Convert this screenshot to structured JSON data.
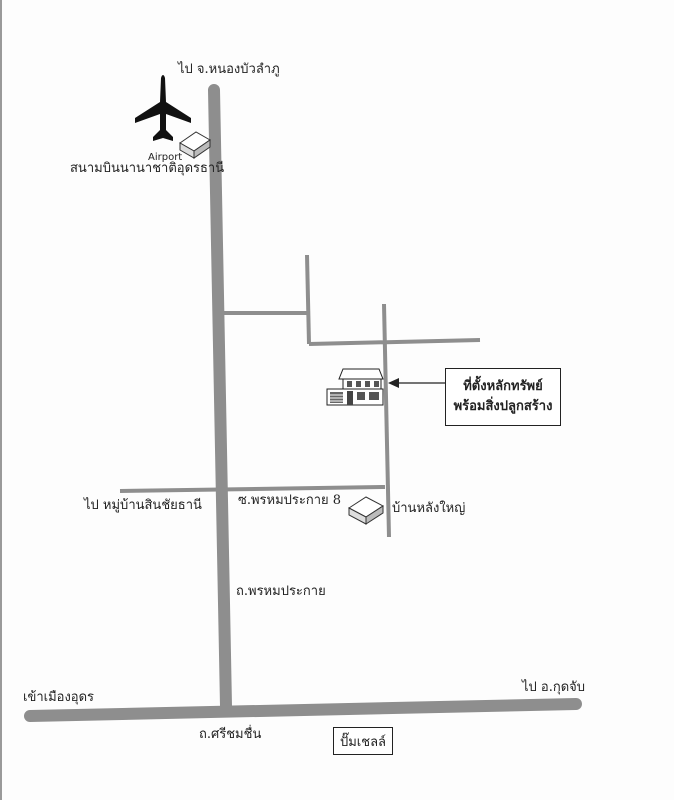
{
  "labels": {
    "north_to": "ไป จ.หนองบัวลำภู",
    "airport_en": "Airport",
    "airport_th": "สนามบินนานาชาติอุดรธานี",
    "target_line1": "ที่ตั้งหลักทรัพย์",
    "target_line2": "พร้อมสิ่งปลูกสร้าง",
    "west_to": "ไป หมู่บ้านสินชัยธานี",
    "soi": "ซ.พรหมประกาย 8",
    "landmark_house": "บ้านหลังใหญ่",
    "main_road": "ถ.พรหมประกาย",
    "city_in": "เข้าเมืองอุดร",
    "east_to": "ไป อ.กุดจับ",
    "bottom_road": "ถ.ศรีชมชื่น",
    "gas_station": "ปั๊มเชลล์"
  },
  "colors": {
    "road": "#8e8e8e",
    "ink": "#222222",
    "paper": "#fdfdfd"
  },
  "icons": [
    "airplane-icon",
    "airport-building-icon",
    "house-icon",
    "landmark-building-icon",
    "arrow-left-icon"
  ]
}
